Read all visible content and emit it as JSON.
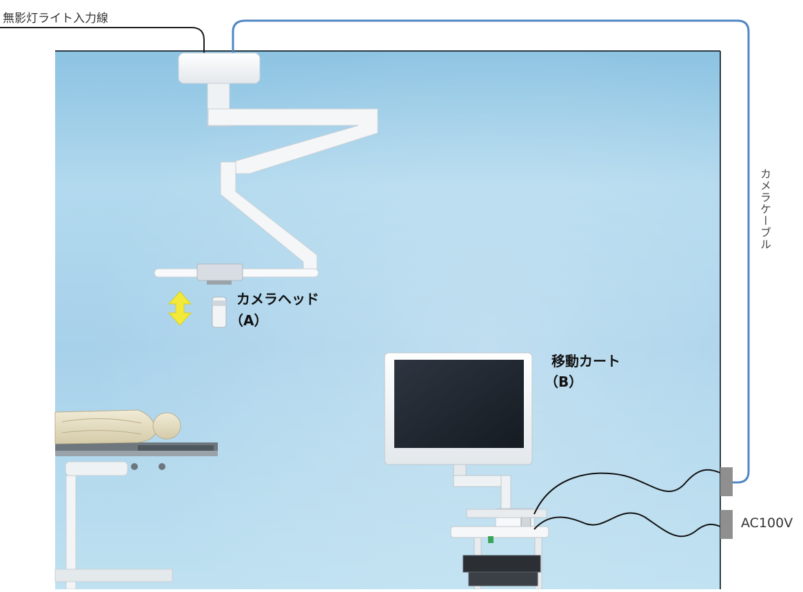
{
  "labels": {
    "light_input_line": "無影灯ライト入力線",
    "camera_cable": "カメラケーブル",
    "camera_head_name": "カメラヘッド",
    "camera_head_tag": "（A）",
    "cart_name": "移動カート",
    "cart_tag": "（B）",
    "power": "AC100V"
  },
  "colors": {
    "room_wall": "#a9d2ea",
    "camera_cable": "#4f86c4",
    "black_cable": "#111111",
    "arrow": "#f2e93a",
    "connector": "#8f8f8f"
  },
  "icons": {
    "arrow": "double-headed-vertical-arrow",
    "connector": "wall-outlet"
  }
}
